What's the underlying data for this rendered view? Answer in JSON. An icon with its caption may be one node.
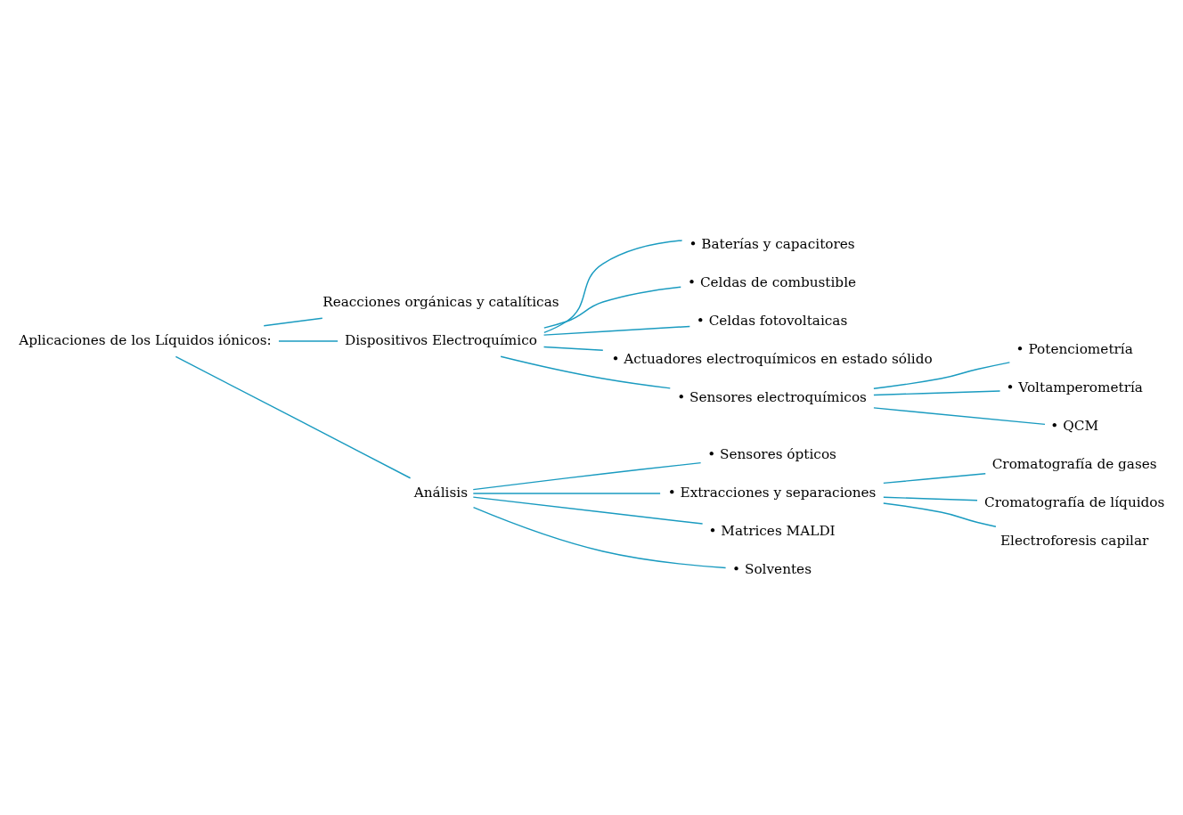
{
  "diagram": {
    "nodes": [
      {
        "text": [
          "Aplicaciones de los Líquidos iónicos:"
        ]
      },
      {
        "text": [
          "Reacciones orgánicas y catalíticas"
        ]
      },
      {
        "text": [
          "Dispositivos Electroquímico"
        ]
      },
      {
        "text": [
          "Análisis"
        ]
      },
      {
        "text": [
          "• Baterías y capacitores"
        ]
      },
      {
        "text": [
          "• Celdas de combustible"
        ]
      },
      {
        "text": [
          "• Celdas fotovoltaicas"
        ]
      },
      {
        "text": [
          "• Actuadores electroquímicos en estado sólido"
        ]
      },
      {
        "text": [
          "• Sensores electroquímicos"
        ]
      },
      {
        "text": [
          "• Potenciometría"
        ]
      },
      {
        "text": [
          "• Voltamperometría"
        ]
      },
      {
        "text": [
          "• QCM"
        ]
      },
      {
        "text": [
          "• Sensores ópticos"
        ]
      },
      {
        "text": [
          "• Extracciones y separaciones"
        ]
      },
      {
        "text": [
          "• Matrices MALDI"
        ]
      },
      {
        "text": [
          "• Solventes"
        ]
      },
      {
        "text": [
          "Cromatografía de gases"
        ]
      },
      {
        "text": [
          "Cromatografía de líquidos"
        ]
      },
      {
        "text": [
          "Electroforesis capilar"
        ]
      }
    ],
    "edges": [
      {
        "from": 0,
        "to": 1,
        "arrow": "none"
      },
      {
        "from": 0,
        "to": 2,
        "arrow": "none"
      },
      {
        "from": 0,
        "to": 3,
        "arrow": "none"
      },
      {
        "from": 2,
        "to": 4,
        "arrow": "none"
      },
      {
        "from": 2,
        "to": 5,
        "arrow": "none"
      },
      {
        "from": 2,
        "to": 6,
        "arrow": "none"
      },
      {
        "from": 2,
        "to": 7,
        "arrow": "none"
      },
      {
        "from": 2,
        "to": 8,
        "arrow": "none"
      },
      {
        "from": 8,
        "to": 9,
        "arrow": "none"
      },
      {
        "from": 8,
        "to": 10,
        "arrow": "none"
      },
      {
        "from": 8,
        "to": 11,
        "arrow": "none"
      },
      {
        "from": 3,
        "to": 12,
        "arrow": "none"
      },
      {
        "from": 3,
        "to": 13,
        "arrow": "none"
      },
      {
        "from": 3,
        "to": 14,
        "arrow": "none"
      },
      {
        "from": 3,
        "to": 15,
        "arrow": "none"
      },
      {
        "from": 13,
        "to": 16,
        "arrow": "none"
      },
      {
        "from": 13,
        "to": 17,
        "arrow": "none"
      },
      {
        "from": 13,
        "to": 18,
        "arrow": "none"
      }
    ]
  }
}
